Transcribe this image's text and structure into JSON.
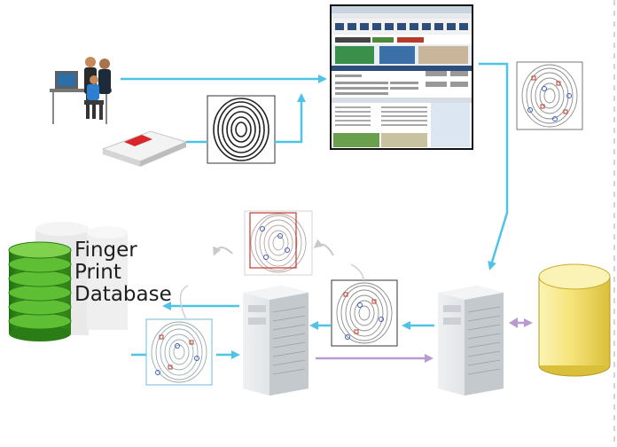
{
  "database_label": {
    "line1": "Finger",
    "line2": "Print",
    "line3": "Database"
  },
  "colors": {
    "flow_arrow": "#4fc3e6",
    "return_arrow": "#b79ad2",
    "db_green": "#3f9c1f",
    "cylinder_yellow": "#f4e06a",
    "server_gray": "#d9dcdf",
    "match_box_red": "#c0392b"
  },
  "icons": [
    "users-at-computer-icon",
    "fingerprint-scanner-icon",
    "browser-window-icon",
    "server-icon",
    "database-cylinder-icon",
    "fingerprint-image-icon"
  ]
}
